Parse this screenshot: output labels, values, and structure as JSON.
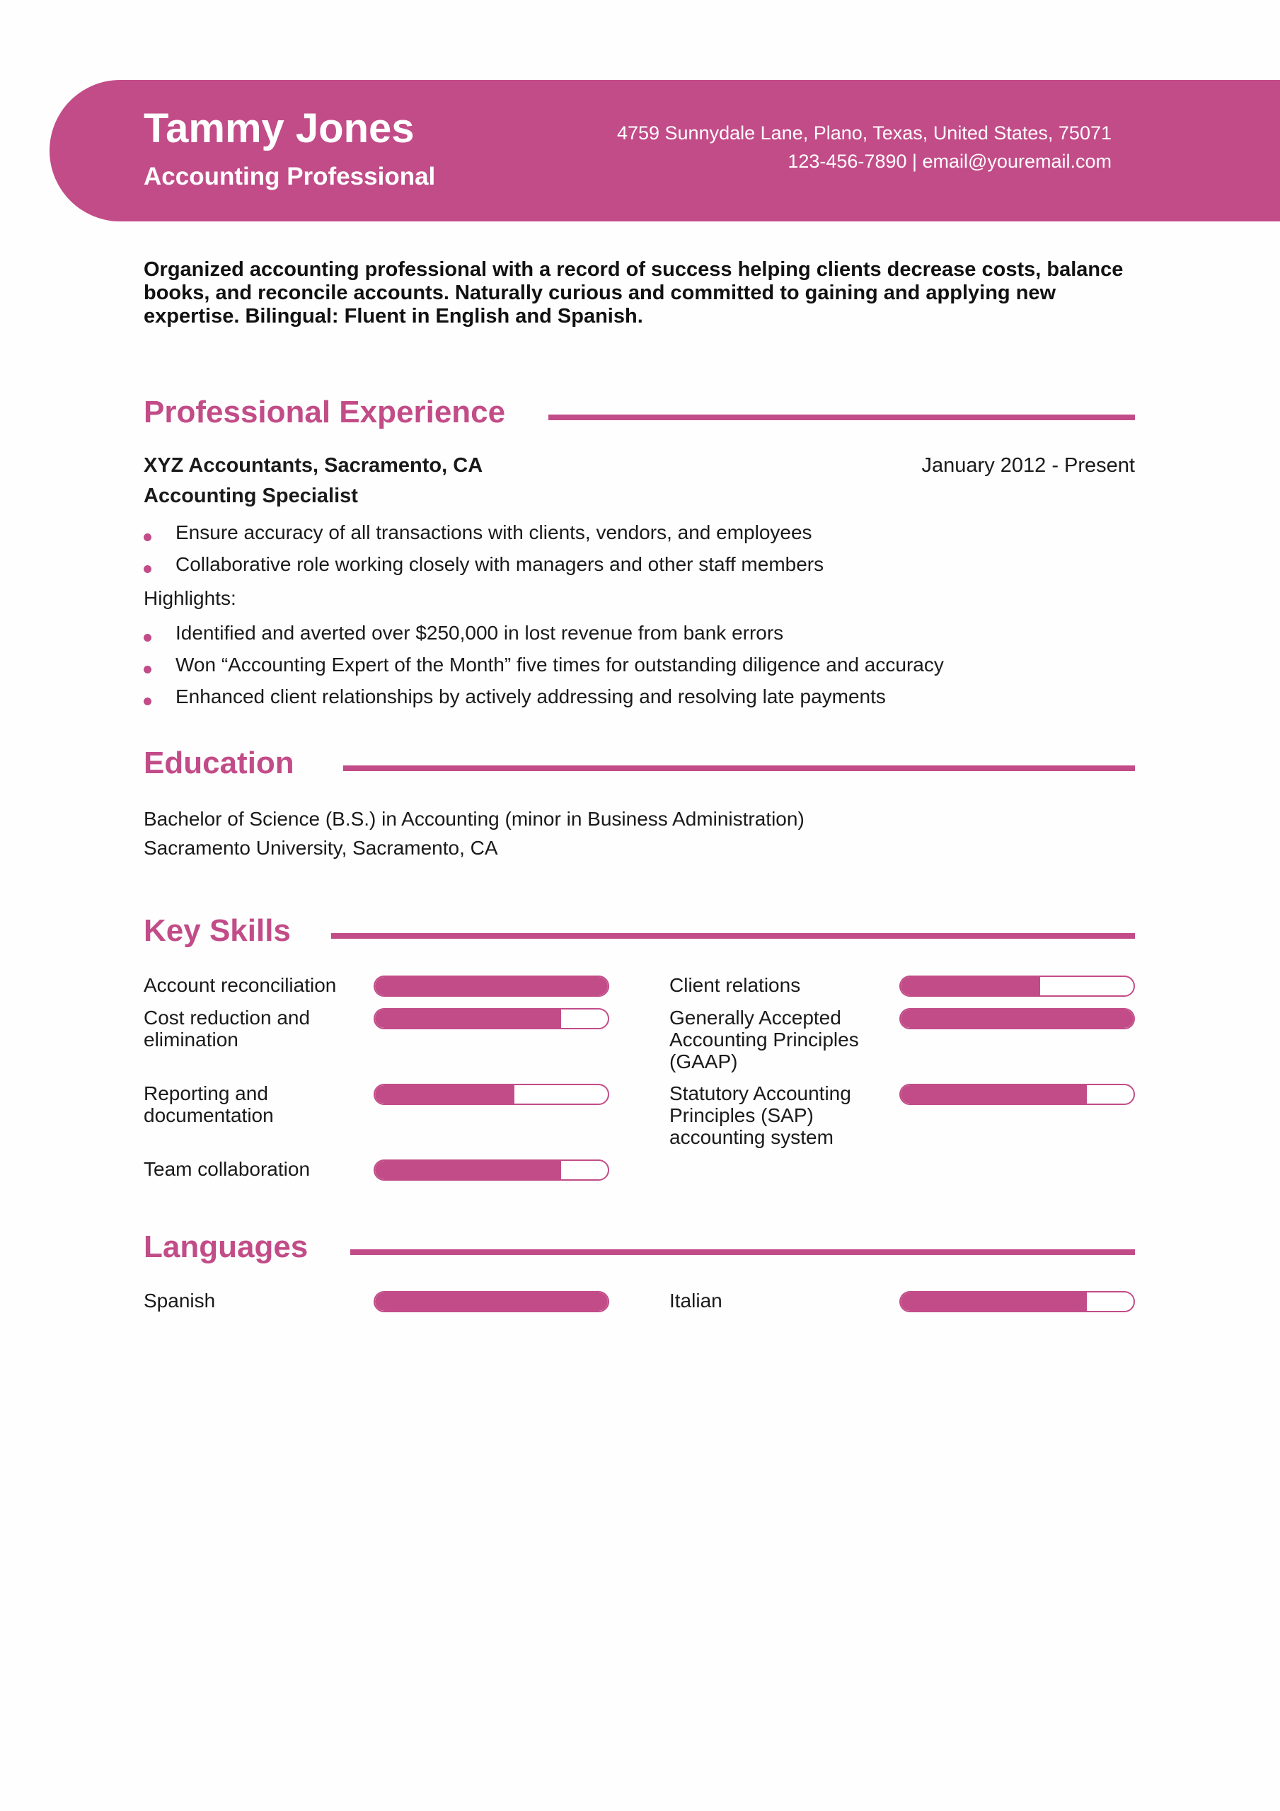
{
  "header": {
    "name": "Tammy Jones",
    "role": "Accounting Professional",
    "address": "4759 Sunnydale Lane, Plano, Texas, United States, 75071",
    "phone_email": "123-456-7890 |  email@youremail.com"
  },
  "summary": "Organized accounting professional with a record of success helping clients decrease costs, balance books, and reconcile accounts. Naturally curious and committed to gaining and applying new expertise. Bilingual: Fluent in English and Spanish.",
  "experience": {
    "title": "Professional Experience",
    "company": "XYZ Accountants, Sacramento, CA",
    "dates": "January 2012 - Present",
    "position": "Accounting Specialist",
    "duties": [
      "Ensure accuracy of all transactions with clients, vendors, and employees",
      "Collaborative role working closely with managers and other staff members"
    ],
    "highlights_label": "Highlights:",
    "highlights": [
      "Identified and averted over $250,000 in lost revenue from bank errors",
      "Won “Accounting Expert of the Month” five times for outstanding diligence and accuracy",
      "Enhanced client relationships by actively addressing and resolving late payments"
    ]
  },
  "education": {
    "title": "Education",
    "degree": "Bachelor of Science (B.S.) in Accounting (minor in Business Administration)",
    "school": "Sacramento University, Sacramento, CA"
  },
  "skills": {
    "title": "Key Skills",
    "items": [
      {
        "name": "Account reconciliation",
        "level": 1.0
      },
      {
        "name": "Client relations",
        "level": 0.6
      },
      {
        "name": "Cost reduction and elimination",
        "level": 0.8
      },
      {
        "name": "Generally Accepted Accounting Principles (GAAP)",
        "level": 1.0
      },
      {
        "name": "Reporting and documentation",
        "level": 0.6
      },
      {
        "name": "Statutory Accounting Principles (SAP) accounting system",
        "level": 0.8
      },
      {
        "name": "Team collaboration",
        "level": 0.8
      }
    ]
  },
  "languages": {
    "title": "Languages",
    "items": [
      {
        "name": "Spanish",
        "level": 1.0
      },
      {
        "name": "Italian",
        "level": 0.8
      }
    ]
  },
  "colors": {
    "accent": "#c24c88"
  }
}
